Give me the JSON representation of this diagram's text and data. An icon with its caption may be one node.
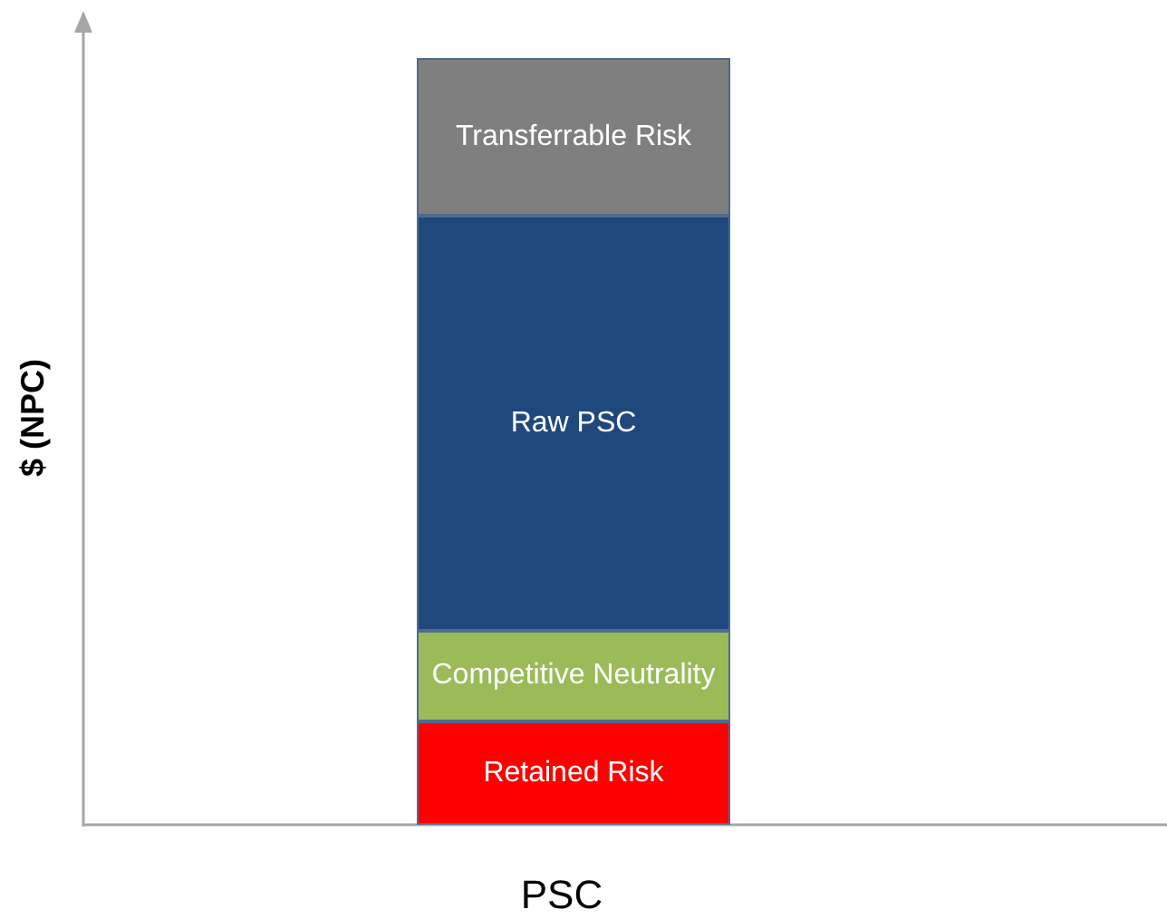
{
  "diagram": {
    "nodes": [
      {
        "text": [
          "Transferrable Risk"
        ]
      },
      {
        "text": [
          "Raw PSC"
        ]
      },
      {
        "text": [
          "Competitive Neutrality"
        ]
      },
      {
        "text": [
          "Retained Risk"
        ]
      }
    ],
    "labels": [
      "$ (NPC)",
      "PSC"
    ]
  }
}
